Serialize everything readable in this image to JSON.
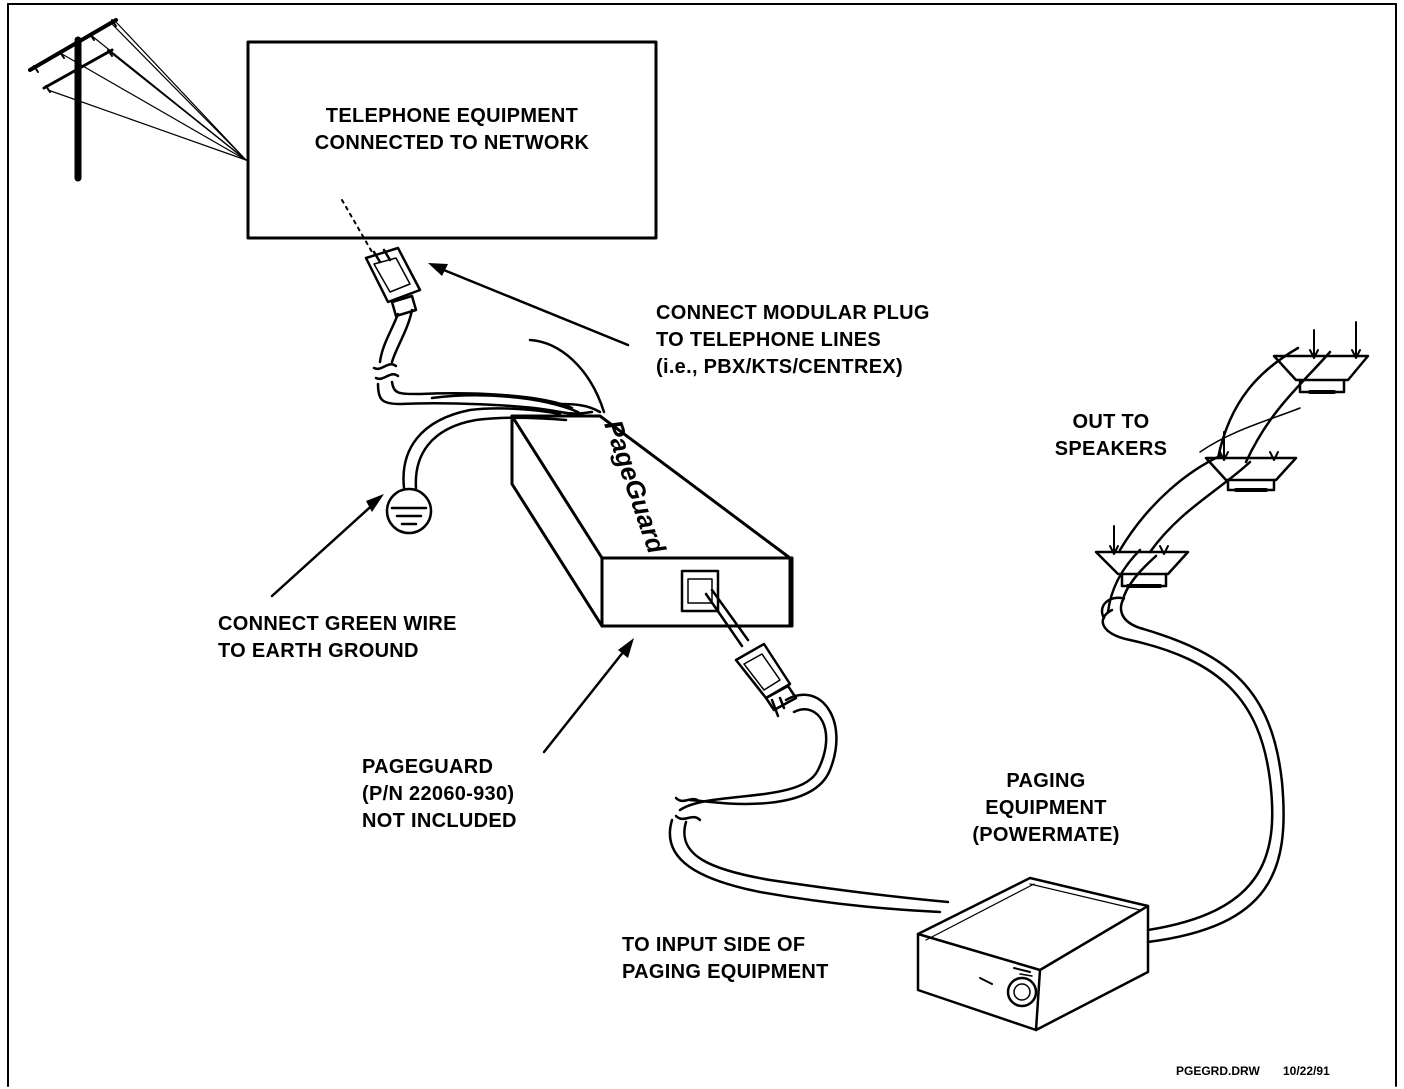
{
  "colors": {
    "ink": "#000000",
    "paper": "#ffffff"
  },
  "icons": {
    "pole": "utility-pole-icon",
    "ground": "earth-ground-icon",
    "plug": "modular-plug-icon",
    "speaker": "speaker-icon"
  },
  "labels": {
    "telephone_equipment": [
      "TELEPHONE  EQUIPMENT",
      "CONNECTED TO NETWORK"
    ],
    "connect_plug": [
      "CONNECT  MODULAR  PLUG",
      "TO TELEPHONE LINES",
      "(i.e., PBX/KTS/CENTREX)"
    ],
    "out_to_speakers": [
      "OUT  TO",
      "SPEAKERS"
    ],
    "green_wire": [
      "CONNECT GREEN WIRE",
      "TO EARTH GROUND"
    ],
    "pageguard": [
      "PAGEGUARD",
      "(P/N 22060-930)",
      "NOT  INCLUDED"
    ],
    "paging_equipment": [
      "PAGING",
      "EQUIPMENT",
      "(POWERMATE)"
    ],
    "to_input": [
      "TO INPUT SIDE OF",
      "PAGING EQUIPMENT"
    ],
    "device_brand": "PageGuard",
    "footer_file": "PGEGRD.DRW",
    "footer_date": "10/22/91"
  }
}
